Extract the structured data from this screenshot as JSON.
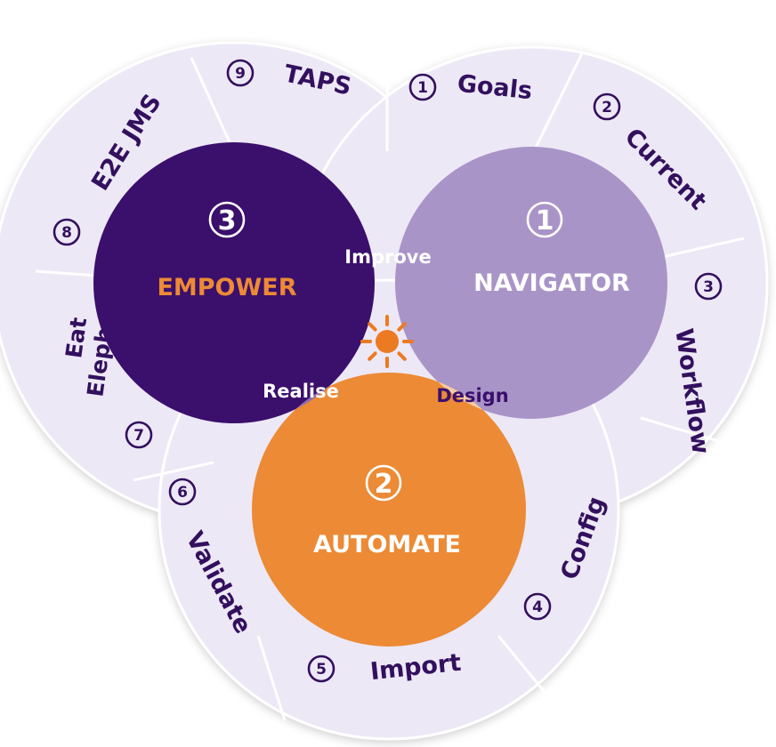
{
  "colors": {
    "rim_fill": "#ede8f6",
    "rim_outline": "#ffffff",
    "empower_circle": "#3b0f6c",
    "navigator_circle": "#a994c8",
    "automate_circle": "#ec8a35",
    "improve_overlap": "#5b3b8f",
    "realise_overlap": "#8b70b0",
    "design_overlap": "#f6cba6",
    "center_overlap": "#ece0ef",
    "sun": "#ec7a22",
    "rim_text": "#33105e",
    "empower_title": "#ec8a35",
    "white_text": "#ffffff"
  },
  "circles": {
    "navigator": {
      "number": "1",
      "title": "NAVIGATOR"
    },
    "automate": {
      "number": "2",
      "title": "AUTOMATE"
    },
    "empower": {
      "number": "3",
      "title": "EMPOWER"
    }
  },
  "overlaps": {
    "improve": "Improve",
    "realise": "Realise",
    "design": "Design"
  },
  "center_icon": "sun-icon",
  "steps": [
    {
      "number": "1",
      "label": "Goals"
    },
    {
      "number": "2",
      "label": "Current"
    },
    {
      "number": "3",
      "label": "Workflow"
    },
    {
      "number": "4",
      "label": "Config"
    },
    {
      "number": "5",
      "label": "Import"
    },
    {
      "number": "6",
      "label": "Validate"
    },
    {
      "number": "7",
      "label": "Eat Elephant",
      "lines": [
        "Eat",
        "Elephant"
      ]
    },
    {
      "number": "8",
      "label": "E2E JMS"
    },
    {
      "number": "9",
      "label": "TAPS"
    }
  ]
}
